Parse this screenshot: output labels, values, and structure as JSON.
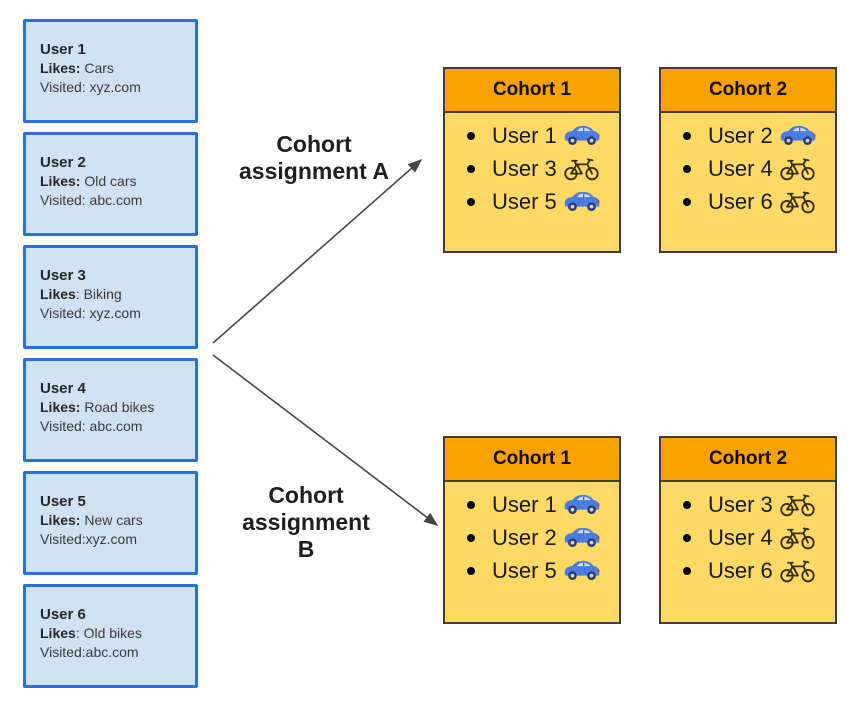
{
  "diagram": {
    "users": [
      {
        "name": "User 1",
        "likes_label": "Likes:",
        "likes_value": " Cars",
        "visited": "Visited: xyz.com"
      },
      {
        "name": "User 2",
        "likes_label": "Likes:",
        "likes_value": " Old cars",
        "visited": "Visited: abc.com"
      },
      {
        "name": "User 3",
        "likes_label": "Likes",
        "likes_value": ": Biking",
        "visited": "Visited: xyz.com"
      },
      {
        "name": "User 4",
        "likes_label": "Likes:",
        "likes_value": " Road bikes",
        "visited": "Visited: abc.com"
      },
      {
        "name": "User 5",
        "likes_label": "Likes:",
        "likes_value": " New cars",
        "visited": "Visited:xyz.com"
      },
      {
        "name": "User 6",
        "likes_label": "Likes",
        "likes_value": ": Old bikes",
        "visited": "Visited:abc.com"
      }
    ],
    "assignments": [
      {
        "label": "Cohort assignment A"
      },
      {
        "label": "Cohort assignment B"
      }
    ],
    "cohort_sets": {
      "a": [
        {
          "title": "Cohort 1",
          "items": [
            {
              "label": "User 1",
              "icon": "car"
            },
            {
              "label": "User 3",
              "icon": "bike"
            },
            {
              "label": "User 5",
              "icon": "car"
            }
          ]
        },
        {
          "title": "Cohort 2",
          "items": [
            {
              "label": "User 2",
              "icon": "car"
            },
            {
              "label": "User 4",
              "icon": "bike"
            },
            {
              "label": "User 6",
              "icon": "bike"
            }
          ]
        }
      ],
      "b": [
        {
          "title": "Cohort 1",
          "items": [
            {
              "label": "User 1",
              "icon": "car"
            },
            {
              "label": "User 2",
              "icon": "car"
            },
            {
              "label": "User 5",
              "icon": "car"
            }
          ]
        },
        {
          "title": "Cohort 2",
          "items": [
            {
              "label": "User 3",
              "icon": "bike"
            },
            {
              "label": "User 4",
              "icon": "bike"
            },
            {
              "label": "User 6",
              "icon": "bike"
            }
          ]
        }
      ]
    },
    "colors": {
      "user_card_fill": "#cfe2f3",
      "user_card_border": "#2b6fdd",
      "cohort_header_fill": "#f9a201",
      "cohort_body_fill": "#ffd966",
      "cohort_border": "#3d3d3d",
      "arrow": "#474747",
      "car_icon_body": "#4a7de2",
      "bike_icon_frame": "#35300b"
    }
  }
}
